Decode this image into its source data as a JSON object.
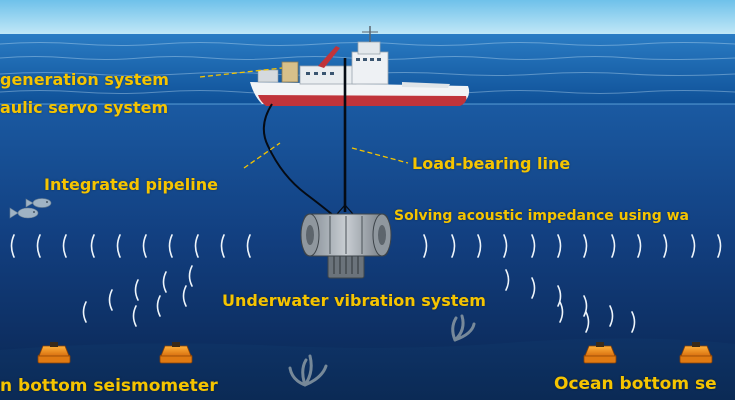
{
  "labels": {
    "power_generation": "generation system",
    "hydraulic_servo": "aulic servo system",
    "load_bearing_line": "Load-bearing line",
    "integrated_pipeline": "Integrated pipeline",
    "acoustic_impedance": "Solving  acoustic impedance using wa",
    "underwater_vibration": "Underwater vibration system",
    "seismometer_left": "n bottom seismometer",
    "seismometer_right": "Ocean bottom se"
  },
  "colors": {
    "sky_top": "#a9ddf4",
    "sea_surface": "#1f6fb8",
    "deep_sea": "#0a2a55",
    "label_yellow": "#f5c400",
    "callout_line": "#f5c400",
    "seismometer": "#e8891a",
    "hull_red": "#c0343a"
  },
  "icons": {
    "ship": "research-vessel-icon",
    "vibrator": "vibrator-drum-icon",
    "fish": "fish-icon",
    "seismometer": "seismometer-icon",
    "coral": "coral-icon"
  }
}
